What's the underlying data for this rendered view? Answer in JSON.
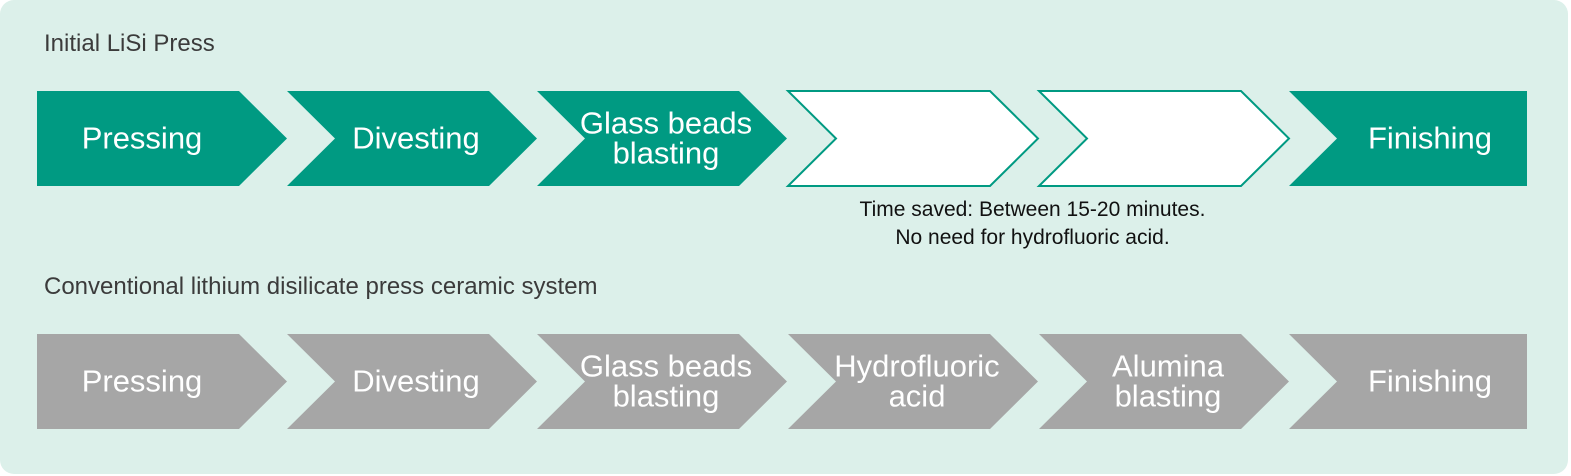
{
  "colors": {
    "panel_background": "#dcf0ea",
    "teal_step": "#009a82",
    "gray_step": "#a6a6a6",
    "skipped_step_fill": "#ffffff",
    "skipped_step_outline": "#009a82"
  },
  "initial": {
    "title": "Initial LiSi Press",
    "steps": [
      {
        "label": "Pressing",
        "lines": [
          "Pressing"
        ],
        "state": "active"
      },
      {
        "label": "Divesting",
        "lines": [
          "Divesting"
        ],
        "state": "active"
      },
      {
        "label": "Glass beads blasting",
        "lines": [
          "Glass beads",
          "blasting"
        ],
        "state": "active"
      },
      {
        "label": "",
        "lines": [],
        "state": "skipped"
      },
      {
        "label": "",
        "lines": [],
        "state": "skipped"
      },
      {
        "label": "Finishing",
        "lines": [
          "Finishing"
        ],
        "state": "active"
      }
    ],
    "note": {
      "line1": "Time saved: Between 15-20 minutes.",
      "line2": "No need for hydrofluoric acid."
    }
  },
  "conventional": {
    "title": "Conventional lithium disilicate press ceramic system",
    "steps": [
      {
        "label": "Pressing",
        "lines": [
          "Pressing"
        ],
        "state": "active"
      },
      {
        "label": "Divesting",
        "lines": [
          "Divesting"
        ],
        "state": "active"
      },
      {
        "label": "Glass beads blasting",
        "lines": [
          "Glass beads",
          "blasting"
        ],
        "state": "active"
      },
      {
        "label": "Hydrofluoric acid",
        "lines": [
          "Hydrofluoric",
          "acid"
        ],
        "state": "active"
      },
      {
        "label": "Alumina blasting",
        "lines": [
          "Alumina",
          "blasting"
        ],
        "state": "active"
      },
      {
        "label": "Finishing",
        "lines": [
          "Finishing"
        ],
        "state": "active"
      }
    ]
  }
}
